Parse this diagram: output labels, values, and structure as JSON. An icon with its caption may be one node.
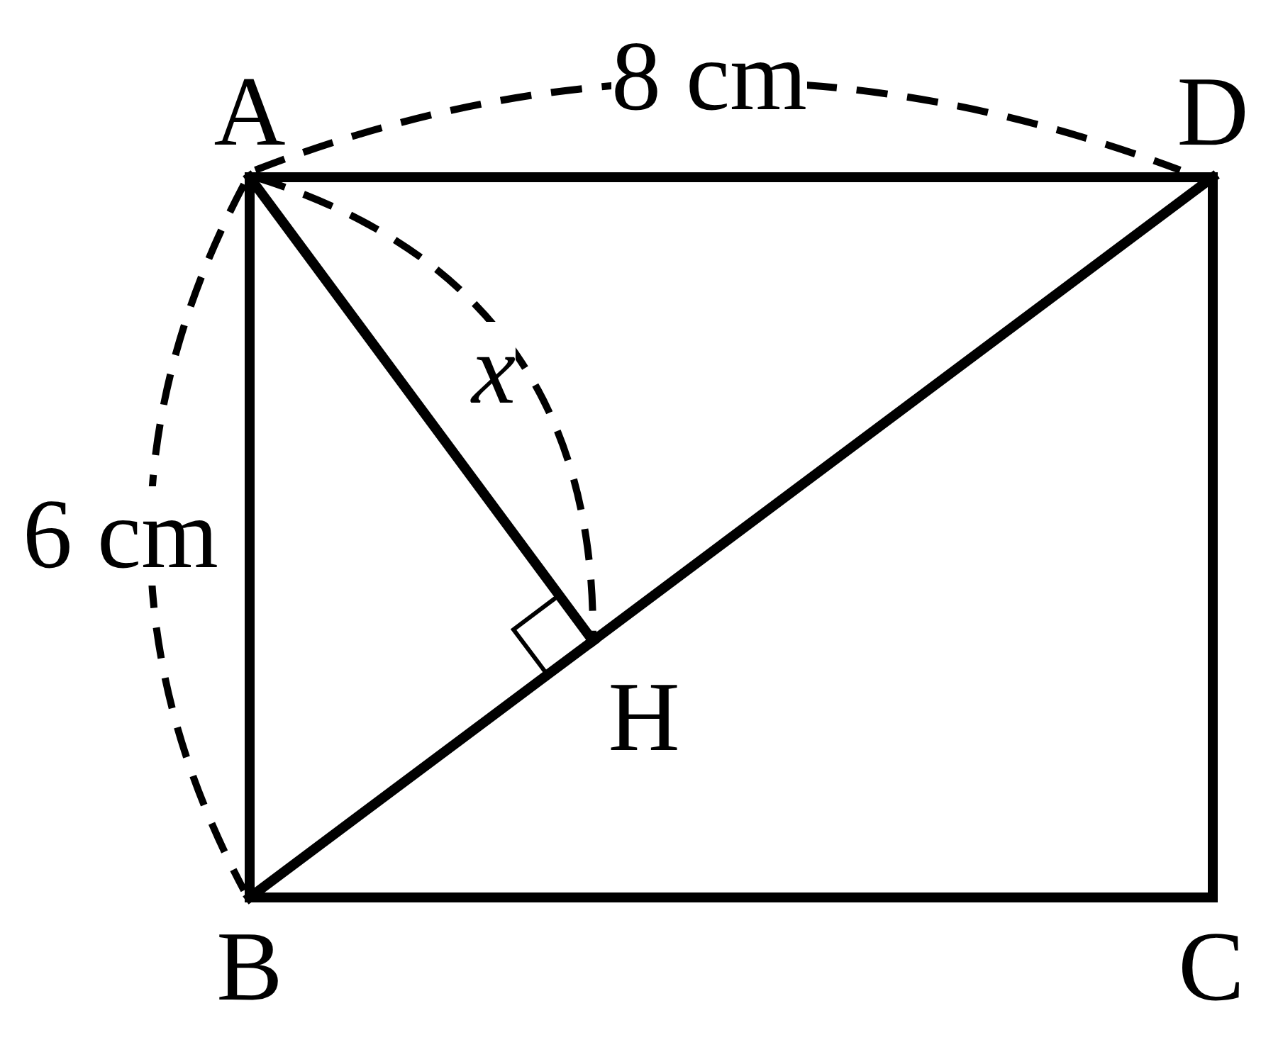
{
  "diagram": {
    "nodes": [
      {
        "text": [
          "A"
        ]
      },
      {
        "text": [
          "D"
        ]
      },
      {
        "text": [
          "H"
        ]
      },
      {
        "text": [
          "B"
        ]
      },
      {
        "text": [
          "C"
        ]
      }
    ],
    "edges": [
      {
        "from": 0,
        "to": 1,
        "arrow": "none"
      },
      {
        "from": 1,
        "to": 4,
        "arrow": "none"
      },
      {
        "from": 4,
        "to": 3,
        "arrow": "none"
      },
      {
        "from": 3,
        "to": 0,
        "arrow": "none"
      },
      {
        "from": 3,
        "to": 2,
        "arrow": "none"
      },
      {
        "from": 2,
        "to": 1,
        "arrow": "none"
      },
      {
        "from": 0,
        "to": 2,
        "arrow": "none"
      }
    ],
    "labels": [
      "8 cm",
      "x",
      "6 cm"
    ]
  }
}
